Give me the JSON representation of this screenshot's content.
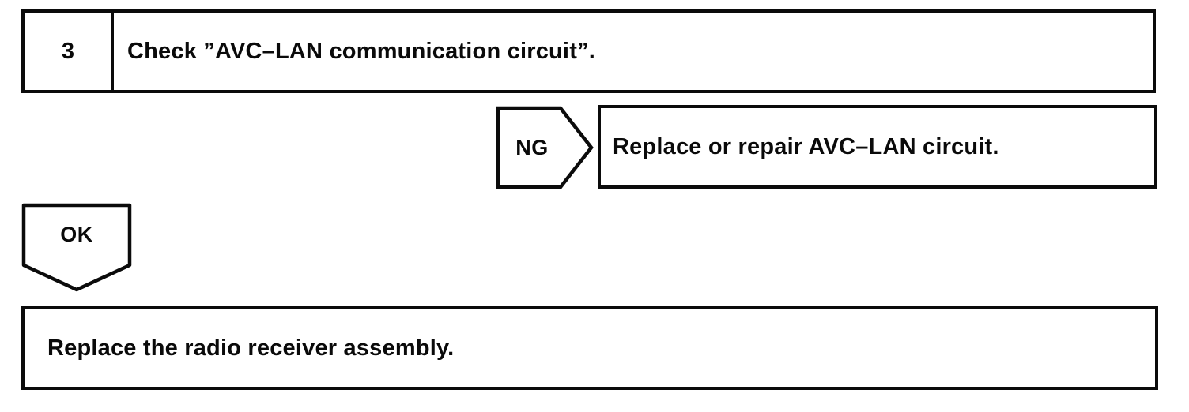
{
  "flowchart": {
    "step": {
      "number": "3",
      "instruction": "Check ”AVC–LAN communication circuit”."
    },
    "ng_branch": {
      "label": "NG",
      "action": "Replace or repair AVC–LAN circuit."
    },
    "ok_branch": {
      "label": "OK",
      "action": "Replace the radio receiver assembly."
    },
    "colors": {
      "line": "#0b0b0b",
      "background": "#ffffff"
    }
  }
}
